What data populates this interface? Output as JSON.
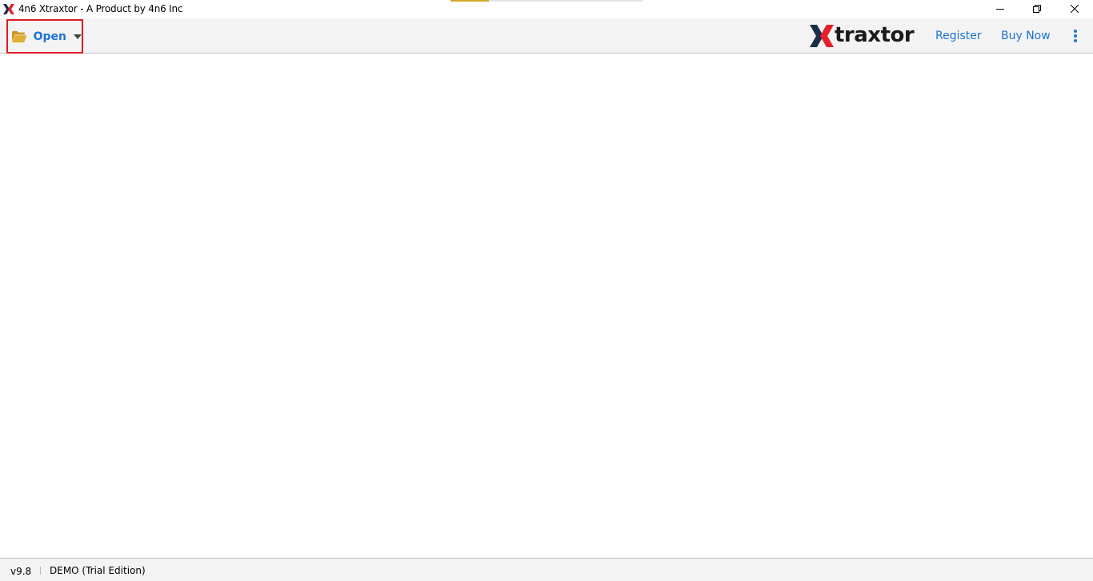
{
  "window": {
    "title": "4n6 Xtraxtor - A Product by 4n6 Inc",
    "app_icon": "xtraxtor-x-icon",
    "controls": [
      "minimize",
      "restore",
      "close"
    ]
  },
  "loading_progress": {
    "percent": 20,
    "color": "#d4a82a"
  },
  "toolbar": {
    "open_label": "Open",
    "open_icon": "folder-open-icon",
    "open_dropdown_icon": "caret-down-icon",
    "logo_text": "traxtor",
    "register_label": "Register",
    "buynow_label": "Buy Now",
    "more_icon": "kebab-menu-icon",
    "accent_color": "#1e73d2",
    "highlight_color": "#e01b24"
  },
  "statusbar": {
    "version": "v9.8",
    "edition": "DEMO (Trial Edition)"
  }
}
